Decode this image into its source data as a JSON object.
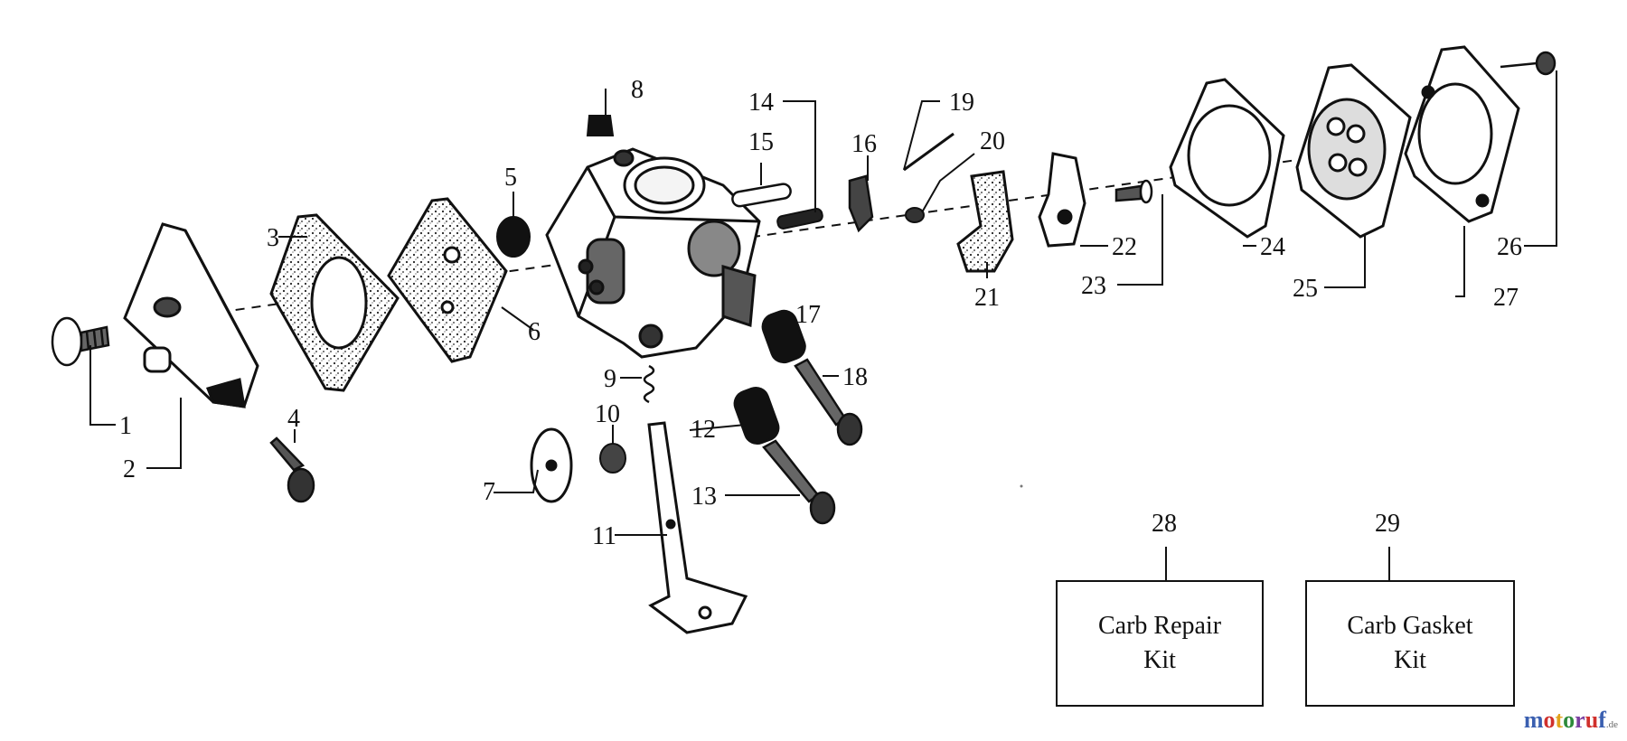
{
  "callouts": [
    "1",
    "2",
    "3",
    "4",
    "5",
    "6",
    "7",
    "8",
    "9",
    "10",
    "11",
    "12",
    "13",
    "14",
    "15",
    "16",
    "17",
    "18",
    "19",
    "20",
    "21",
    "22",
    "23",
    "24",
    "25",
    "26",
    "27",
    "28",
    "29"
  ],
  "kits": {
    "repair": "Carb Repair\nKit",
    "gasket": "Carb Gasket\nKit"
  },
  "watermark": {
    "text": "motoruf",
    "suffix": ".de",
    "colors": [
      "#3a5fb0",
      "#d0312d",
      "#e1a21b",
      "#2d8a3a",
      "#7a3fa0",
      "#d0312d",
      "#3a5fb0"
    ]
  }
}
